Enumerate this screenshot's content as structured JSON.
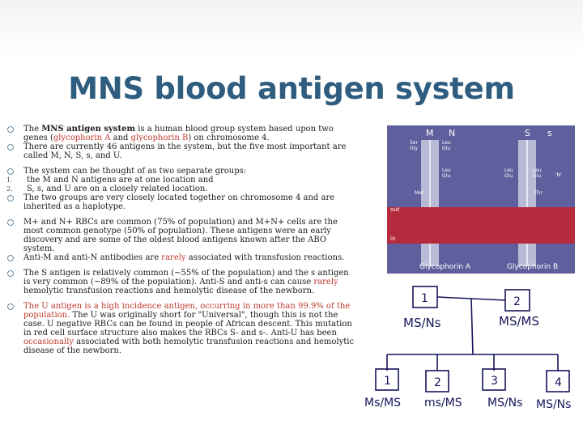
{
  "title": "MNS blood antigen system",
  "bullets": {
    "b1": {
      "pre": "The ",
      "bold": "MNS antigen system",
      "mid": " is a human blood group system based upon two genes (",
      "red1": "glycophorin A",
      "and": " and ",
      "red2": "glycophorin B",
      "post": ") on chromosome 4."
    },
    "b2": "There are currently 46 antigens in the system, but the five most important are called M, N, S, s, and U.",
    "b3": "The system can be thought of as two separate groups:",
    "n1_marker": "1.",
    "n1": "the M and N antigens are at one location and",
    "n2_marker": "2.",
    "n2": "S, s, and U are on a closely related location.",
    "b4": "The two groups are very closely located together on chromosome 4 and are inherited as a haplotype.",
    "b5": "M+ and N+ RBCs are common (75% of population) and M+N+ cells are the most common genotype (50% of population). These antigens were an early discovery and are some of the oldest blood antigens known after the ABO system.",
    "b6": {
      "pre": "Anti-M and anti-N antibodies are ",
      "red": "rarely",
      "post": " associated with transfusion reactions."
    },
    "b7": {
      "pre": "The S antigen is relatively common (~55% of the population) and the s antigen is very common (~89% of the population). Anti-S and anti-s can cause ",
      "red": "rarely",
      "post": " hemolytic transfusion reactions and hemolytic disease of the newborn."
    },
    "b8": {
      "red": "The U antigen is a high incidence antigen, occurring in more than 99.9% of the population.",
      "mid": " The U was originally short for \"Universal\", though this is not the case. U negative RBCs can be found in people of African descent. This mutation in red cell surface structure also makes the RBCs S- and s-. Anti-U has been ",
      "red2": "occasionally",
      "post": " associated with both hemolytic transfusion reactions and hemolytic disease of the newborn."
    }
  },
  "figure": {
    "headers": [
      "M",
      "N",
      "S",
      "s"
    ],
    "a_top": [
      "Ser",
      "Gly"
    ],
    "a_top2": [
      "Leu",
      "Glu"
    ],
    "b_top": [
      "Leu",
      "Glu"
    ],
    "a_mid": [
      "Leu",
      "Glu"
    ],
    "a_mid2": "Met",
    "b_mid": [
      "Leu",
      "Glu"
    ],
    "b_mid2": "Thr",
    "n_label": "'N'",
    "out": "out",
    "in": "in",
    "label_a": "Glycophorin A",
    "label_b": "Glycophorin B"
  },
  "pedigree": {
    "p1_num": "1",
    "p1_geno": "MS/Ns",
    "p2_num": "2",
    "p2_geno": "MS/MS",
    "c1_num": "1",
    "c1_geno": "Ms/MS",
    "c2_num": "2",
    "c2_geno": "ms/MS",
    "c3_num": "3",
    "c3_geno": "MS/Ns",
    "c4_num": "4",
    "c4_geno": "MS/Ns"
  },
  "colors": {
    "title": "#2f5d80",
    "accent_red": "#c0392b",
    "figure_bg": "#5f5f9e",
    "membrane": "#b52b3d"
  }
}
